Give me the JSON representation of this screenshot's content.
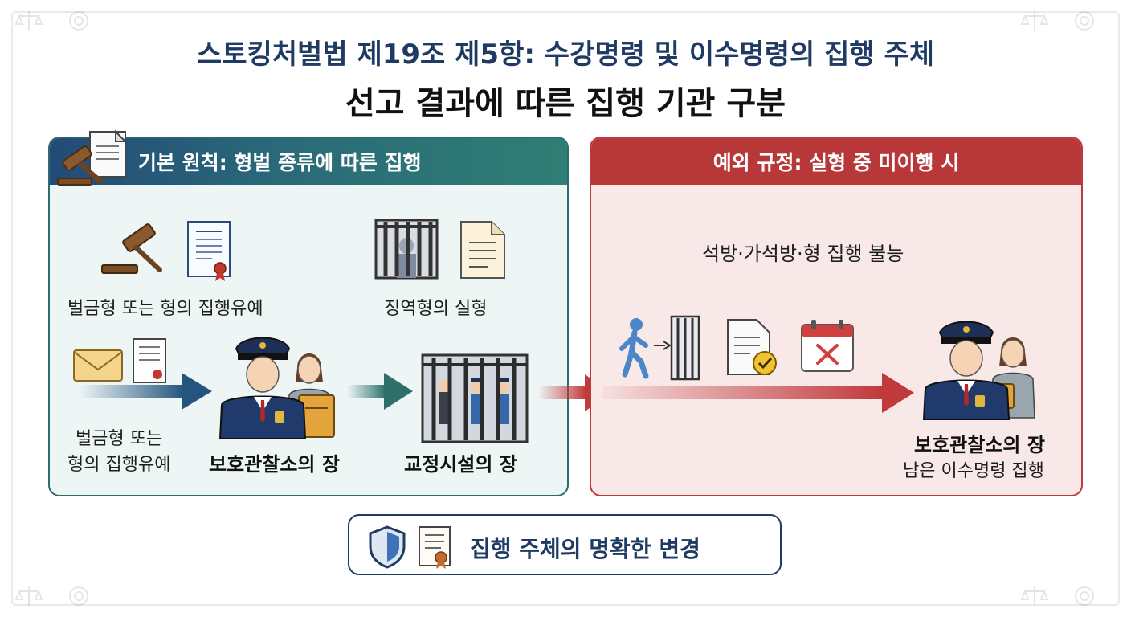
{
  "title": {
    "line1": "스토킹처벌법 제19조 제5항: 수강명령 및 이수명령의 집행 주체",
    "line2": "선고 결과에 따른 집행 기관 구분"
  },
  "left_panel": {
    "header": "기본 원칙: 형벌 종류에 따른 집행",
    "top_left_label": "벌금형 또는 형의 집행유예",
    "top_right_label": "징역형의 실형",
    "flow_source_label_line1": "벌금형 또는",
    "flow_source_label_line2": "형의 집행유예",
    "probation_label": "보호관찰소의 장",
    "correction_label": "교정시설의 장"
  },
  "right_panel": {
    "header": "예외 규정: 실형 중 미이행 시",
    "condition_label": "석방·가석방·형 집행 불능",
    "target_label": "보호관찰소의 장",
    "target_sub_label": "남은 이수명령 집행"
  },
  "bottom": {
    "label": "집행 주체의 명확한 변경"
  },
  "colors": {
    "navy": "#1f3a63",
    "teal": "#2e6b6e",
    "red": "#b8383a"
  }
}
